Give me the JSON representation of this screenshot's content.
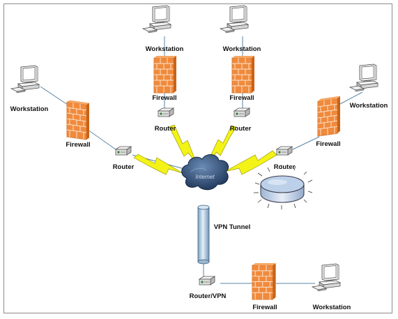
{
  "colors": {
    "firewall": "#f08a3c",
    "firewall_mortar": "#ffffff",
    "router": "#e6e6e6",
    "lightning": "#f3f318",
    "cloud": "#2a4a72",
    "tunnel": "#b9d2e6",
    "server": "#b3c9e4",
    "link": "#5a86a8"
  },
  "labels": {
    "ws_top_left": "Workstation",
    "ws_top_right": "Workstation",
    "ws_left": "Workstation",
    "ws_right": "Workstation",
    "ws_bottom": "Workstation",
    "fw_top_left": "Firewall",
    "fw_top_right": "Firewall",
    "fw_left": "Firewall",
    "fw_right": "Firewall",
    "fw_bottom": "Firewall",
    "rt_top_left": "Router",
    "rt_top_right": "Router",
    "rt_left": "Router",
    "rt_right": "Router",
    "rt_bottom": "Router/VPN",
    "tunnel": "VPN Tunnel",
    "internet": "Internet"
  },
  "icons": {
    "workstation": "workstation-icon",
    "firewall": "firewall-icon",
    "router": "router-icon",
    "cloud": "internet-cloud-icon",
    "server": "storage-disk-icon",
    "tunnel": "vpn-tunnel-icon",
    "lightning": "lightning-link-icon"
  }
}
